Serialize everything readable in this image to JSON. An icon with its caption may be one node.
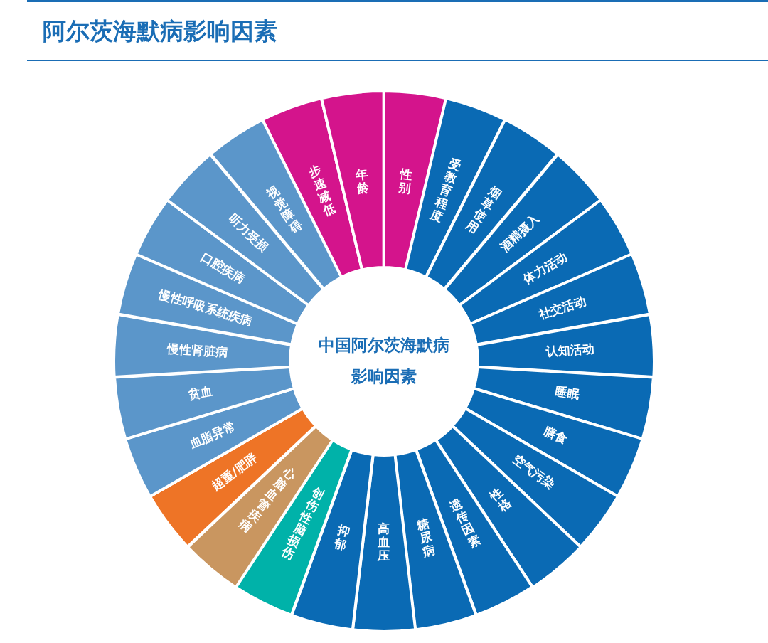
{
  "diagram": {
    "title": "阿尔茨海默病影响因素",
    "nodes": [
      {
        "text": [
          "中国阿尔茨海默病影响因素"
        ]
      },
      {
        "text": [
          "性别"
        ]
      },
      {
        "text": [
          "受教育程度"
        ]
      },
      {
        "text": [
          "烟草使用"
        ]
      },
      {
        "text": [
          "酒精摄入"
        ]
      },
      {
        "text": [
          "体力活动"
        ]
      },
      {
        "text": [
          "社交活动"
        ]
      },
      {
        "text": [
          "认知活动"
        ]
      },
      {
        "text": [
          "睡眠"
        ]
      },
      {
        "text": [
          "膳食"
        ]
      },
      {
        "text": [
          "空气污染"
        ]
      },
      {
        "text": [
          "性格"
        ]
      },
      {
        "text": [
          "遗传因素"
        ]
      },
      {
        "text": [
          "糖尿病"
        ]
      },
      {
        "text": [
          "高血压"
        ]
      },
      {
        "text": [
          "抑郁"
        ]
      },
      {
        "text": [
          "创伤性脑损伤"
        ]
      },
      {
        "text": [
          "心脑血管疾病"
        ]
      },
      {
        "text": [
          "超重/肥胖"
        ]
      },
      {
        "text": [
          "血脂异常"
        ]
      },
      {
        "text": [
          "贫血"
        ]
      },
      {
        "text": [
          "慢性肾脏病"
        ]
      },
      {
        "text": [
          "慢性呼吸系统疾病"
        ]
      },
      {
        "text": [
          "口腔疾病"
        ]
      },
      {
        "text": [
          "听力受损"
        ]
      },
      {
        "text": [
          "视觉障碍"
        ]
      },
      {
        "text": [
          "步速减低"
        ]
      },
      {
        "text": [
          "年龄"
        ]
      }
    ]
  }
}
